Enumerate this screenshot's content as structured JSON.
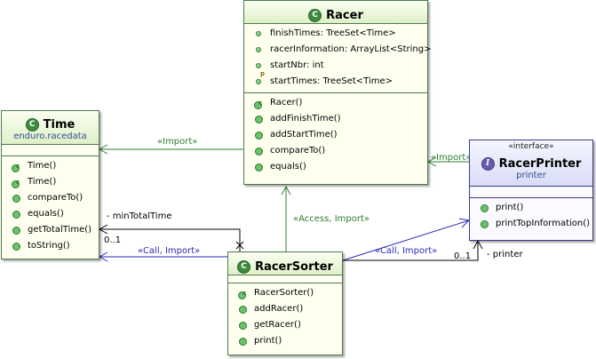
{
  "classes": {
    "racer": {
      "name": "Racer",
      "fields": [
        "finishTimes: TreeSet<Time>",
        "racerInformation: ArrayList<String>",
        "startNbr: int",
        "startTimes: TreeSet<Time>"
      ],
      "methods": [
        "Racer()",
        "addFinishTime()",
        "addStartTime()",
        "compareTo()",
        "equals()"
      ]
    },
    "time": {
      "name": "Time",
      "package": "enduro.racedata",
      "methods": [
        "Time()",
        "Time()",
        "compareTo()",
        "equals()",
        "getTotalTime()",
        "toString()"
      ]
    },
    "racer_printer": {
      "stereotype": "«interface»",
      "name": "RacerPrinter",
      "package": "printer",
      "methods": [
        "print()",
        "printTopInformation()"
      ]
    },
    "racer_sorter": {
      "name": "RacerSorter",
      "methods": [
        "RacerSorter()",
        "addRacer()",
        "getRacer()",
        "print()"
      ]
    }
  },
  "edges": {
    "racer_time": "«Import»",
    "printer_racer": "«Import»",
    "sorter_racer": "«Access, Import»",
    "sorter_time": "«Call, Import»",
    "sorter_printer": "«Call, Import»",
    "min_total_time": "- minTotalTime",
    "min_total_time_mult": "0..1",
    "printer_role": "- printer",
    "printer_mult": "0..1"
  },
  "colors": {
    "class_border": "#4d7a4d",
    "interface_border": "#3c3c8c",
    "dependency_green": "#2e7d2e",
    "call_blue": "#2a2ab8"
  }
}
